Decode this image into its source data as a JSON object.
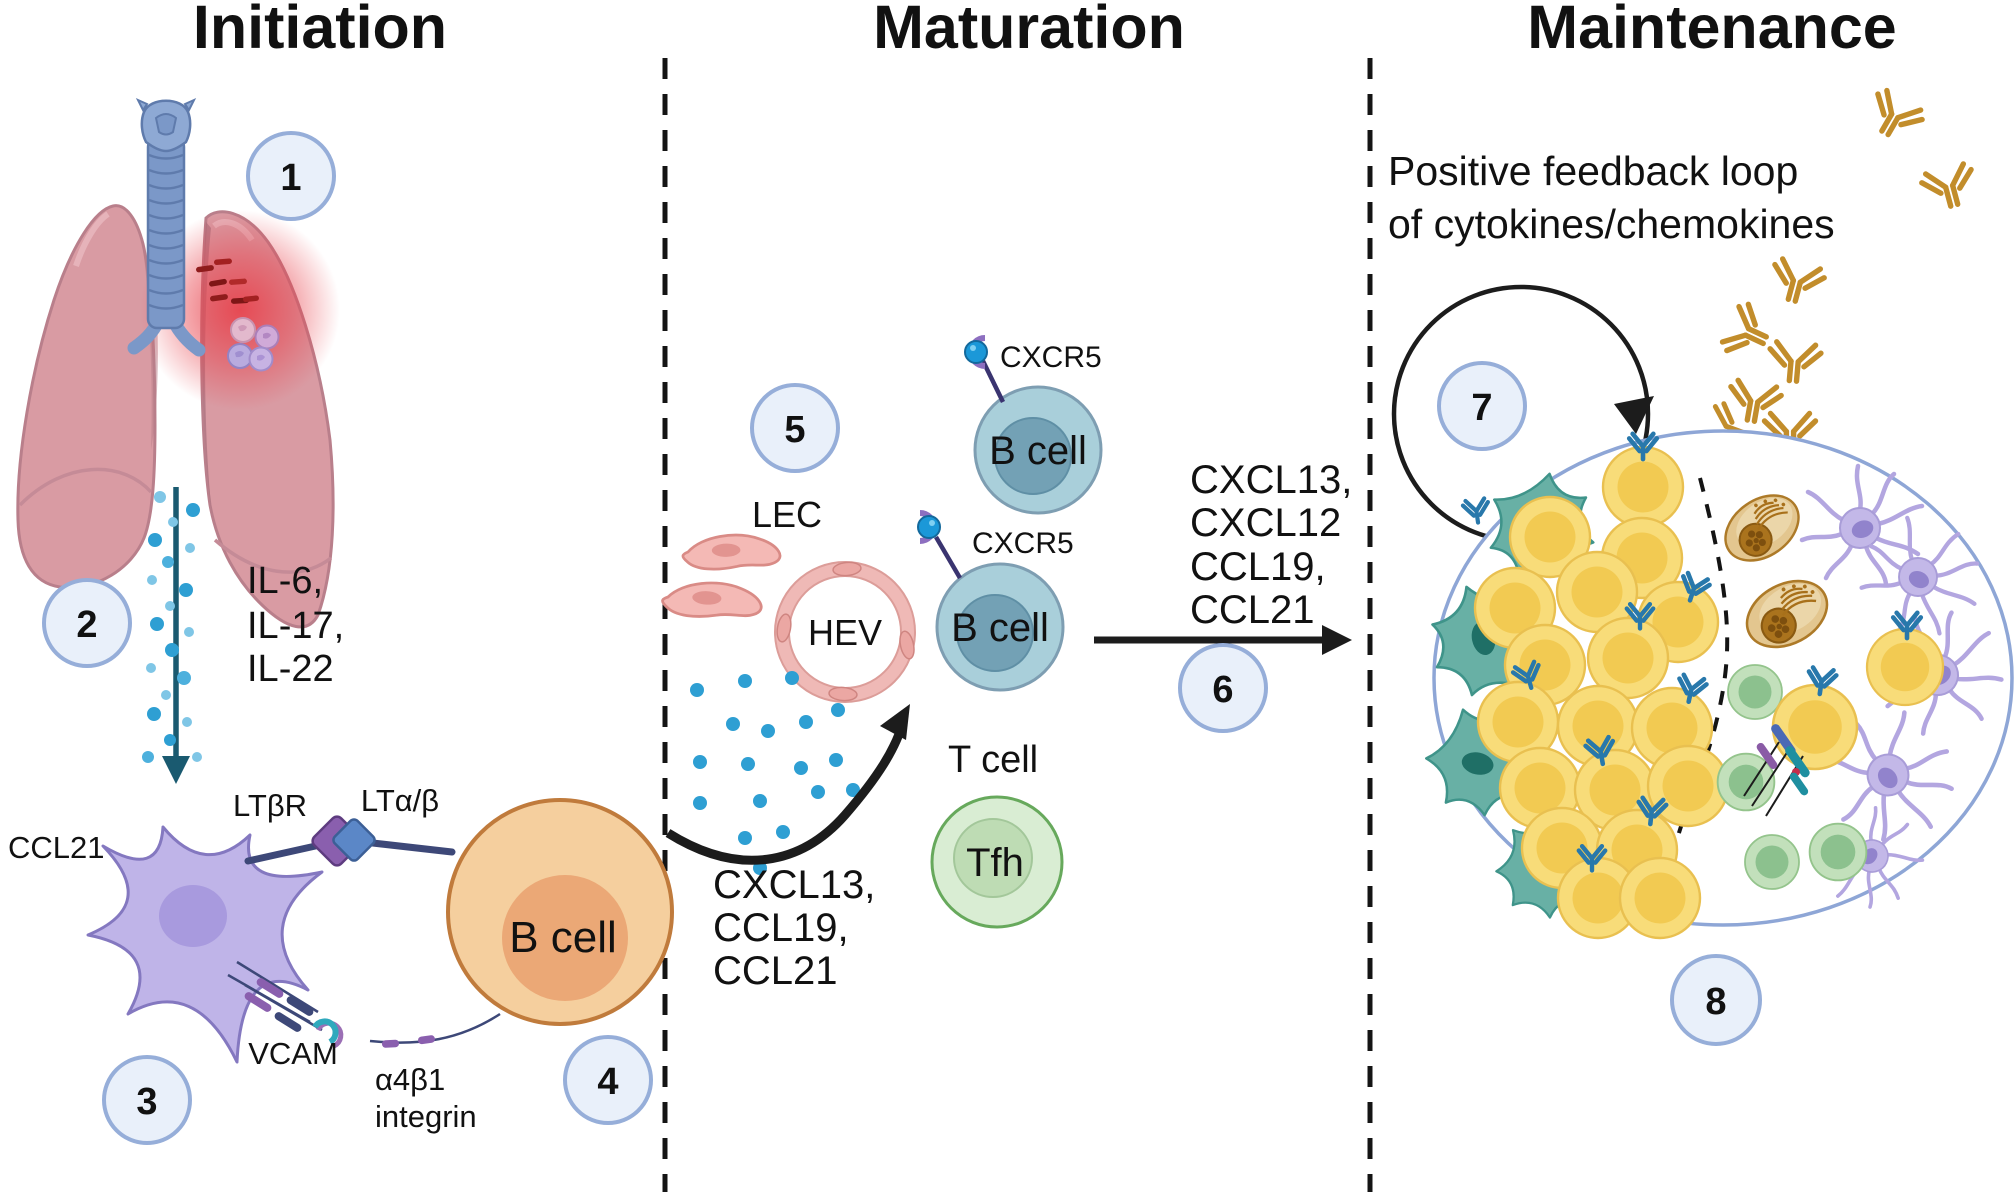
{
  "sections": {
    "initiation": "Initiation",
    "maturation": "Maturation",
    "maintenance": "Maintenance"
  },
  "steps": {
    "s1": "1",
    "s2": "2",
    "s3": "3",
    "s4": "4",
    "s5": "5",
    "s6": "6",
    "s7": "7",
    "s8": "8"
  },
  "initiation": {
    "cytokines": {
      "l1": "IL-6,",
      "l2": "IL-17,",
      "l3": "IL-22"
    },
    "ccl21": "CCL21",
    "ltbr": "LTβR",
    "ltab": "LTα/β",
    "b_cell": "B cell",
    "vcam": "VCAM",
    "integrin1": "α4β1",
    "integrin2": "integrin"
  },
  "maturation": {
    "lec": "LEC",
    "hev": "HEV",
    "cxcr5_a": "CXCR5",
    "cxcr5_b": "CXCR5",
    "b_cell_a": "B cell",
    "b_cell_b": "B cell",
    "t_cell": "T cell",
    "tfh": "Tfh",
    "chemokines": {
      "l1": "CXCL13,",
      "l2": "CCL19,",
      "l3": "CCL21"
    },
    "arrow_chemokines": {
      "l1": "CXCL13,",
      "l2": "CXCL12",
      "l3": "CCL19,",
      "l4": "CCL21"
    }
  },
  "maintenance": {
    "feedback1": "Positive feedback loop",
    "feedback2": "of cytokines/chemokines"
  },
  "palette": {
    "lung_pink": "#d99ba3",
    "trachea_blue": "#7b98c8",
    "step_circle_fill": "#e9f0fa",
    "step_circle_stroke": "#96aed9",
    "cytokine_dot_blue": "#2e9fd3",
    "arrow_teal": "#1a5a70",
    "dendritic_purple": "#bfb4e8",
    "b_cell_orange": "#f5cf9e",
    "b_cell_teal": "#a9cfda",
    "tfh_green": "#d9edd3",
    "lec_pink": "#f4b9b5",
    "hev_pink": "#efb9b6",
    "gc_yellow": "#f8dc79",
    "fdc_teal": "#68b0a5",
    "dc_purple": "#c3b8e8",
    "macrophage_brown": "#e3c68f",
    "t_cell_green": "#c2e0bb",
    "antibody_gold": "#c28d2b",
    "ellipse_stroke": "#8ea6d6",
    "inflammation_red": "#e8414b"
  }
}
